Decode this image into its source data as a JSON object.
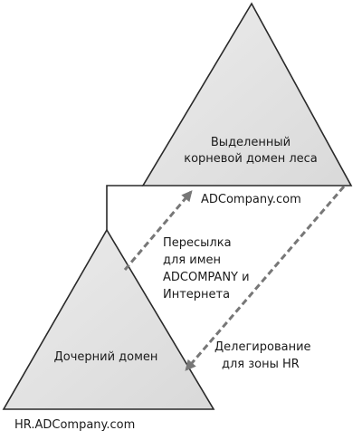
{
  "colors": {
    "triangle_fill": "#d9d9d9",
    "stroke": "#2a2a2a",
    "dashed_arrow": "#777777"
  },
  "root_domain": {
    "caption_line1": "Выделенный",
    "caption_line2": "корневой домен леса",
    "name": "ADCompany.com"
  },
  "child_domain": {
    "caption": "Дочерний домен",
    "name": "HR.ADCompany.com"
  },
  "forwarding": {
    "line1": "Пересылка",
    "line2": "для имен",
    "line3": "ADCOMPANY и",
    "line4": "Интернета"
  },
  "delegation": {
    "line1": "Делегирование",
    "line2": "для зоны HR"
  }
}
